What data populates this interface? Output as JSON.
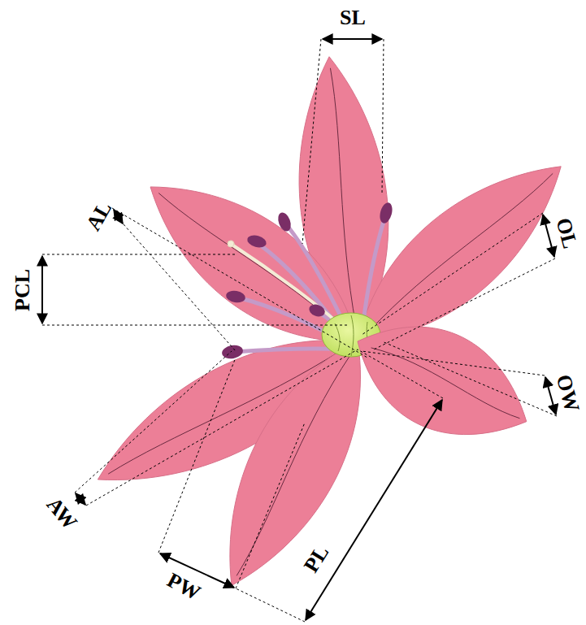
{
  "diagram": {
    "labels": [
      "SL",
      "AL",
      "OL",
      "PCL",
      "OW",
      "AW",
      "PW",
      "PL"
    ]
  }
}
